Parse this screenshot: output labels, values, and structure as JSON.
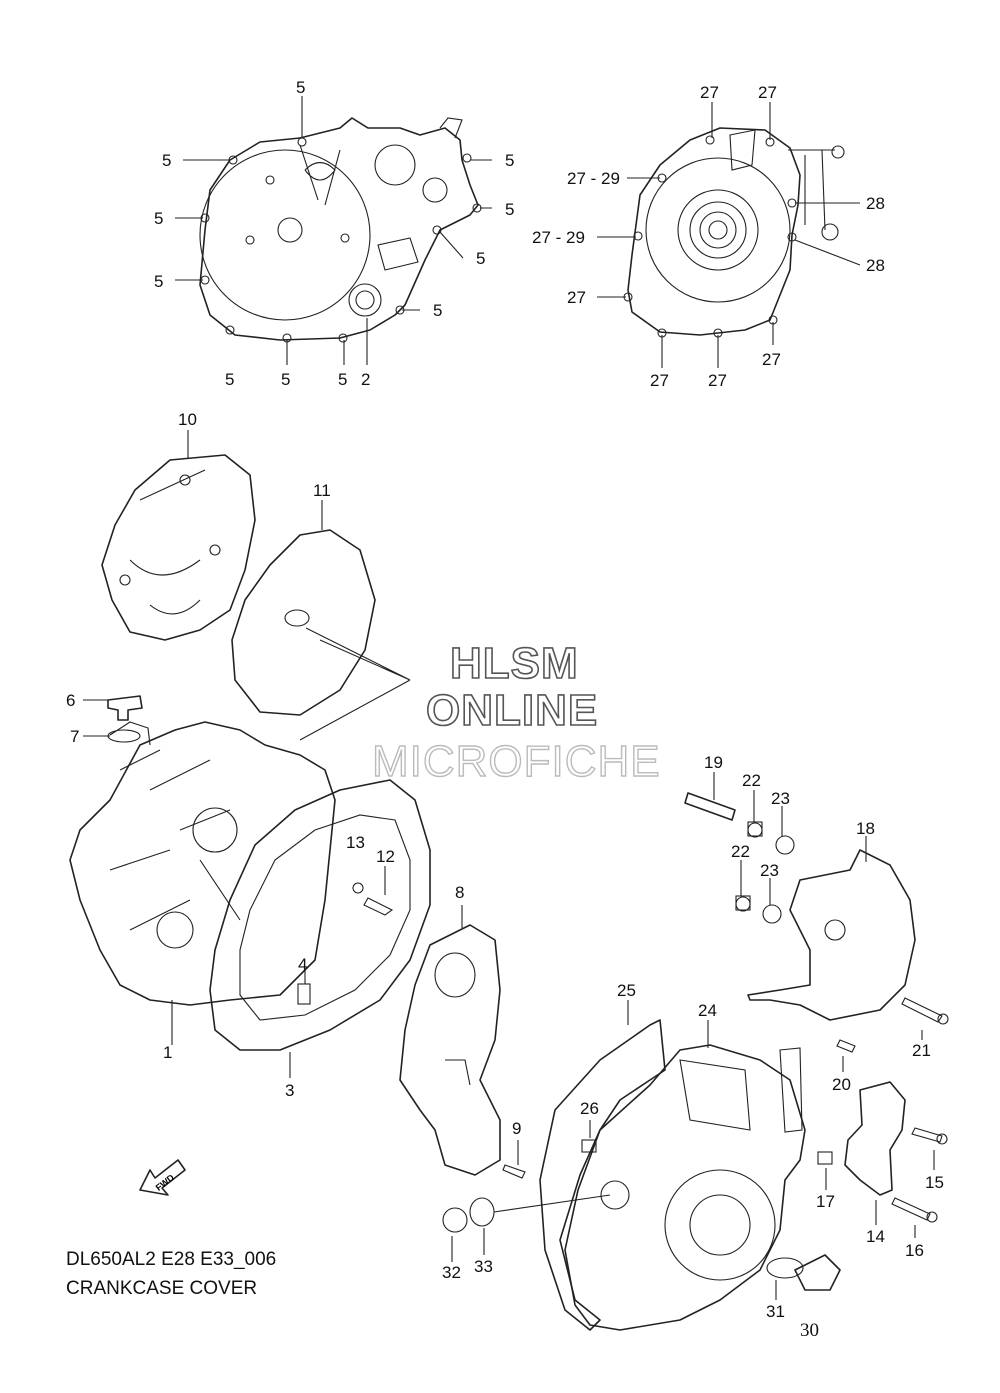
{
  "diagram": {
    "model_code": "DL650AL2 E28 E33_006",
    "title": "CRANKCASE COVER",
    "page_number": "30",
    "watermark": [
      "HLSM",
      "ONLINE",
      "MICROFICHE"
    ],
    "fwd_arrow": "FWD",
    "callouts": {
      "c1": "5",
      "c2": "5",
      "c3": "5",
      "c4": "5",
      "c5": "5",
      "c6": "5",
      "c7": "5",
      "c8": "5",
      "c9": "5",
      "c10": "5",
      "c11": "5",
      "c12": "5",
      "c13": "2",
      "d1": "27",
      "d2": "27",
      "d3": "27 - 29",
      "d4": "27 - 29",
      "d5": "27",
      "d6": "28",
      "d7": "28",
      "d8": "27",
      "d9": "27",
      "d10": "27",
      "p10": "10",
      "p11": "11",
      "p6": "6",
      "p7": "7",
      "p13": "13",
      "p12": "12",
      "p1": "1",
      "p4": "4",
      "p3": "3",
      "p8": "8",
      "p9": "9",
      "p19": "19",
      "p22a": "22",
      "p23a": "23",
      "p22b": "22",
      "p23b": "23",
      "p18": "18",
      "p25": "25",
      "p24": "24",
      "p26": "26",
      "p21": "21",
      "p20": "20",
      "p15": "15",
      "p17": "17",
      "p14": "14",
      "p16": "16",
      "p32": "32",
      "p33": "33",
      "p31": "31"
    }
  }
}
